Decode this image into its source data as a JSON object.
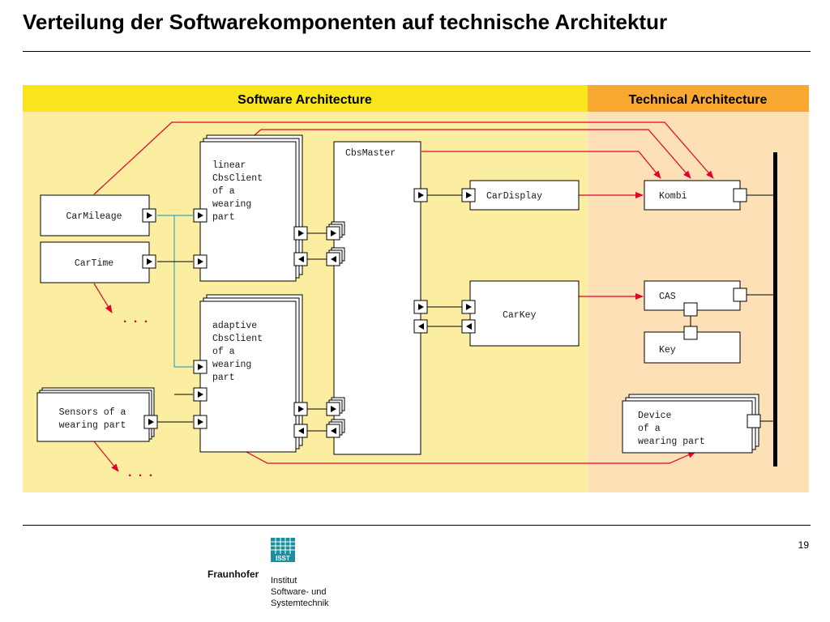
{
  "title": "Verteilung der Softwarekomponenten auf technische Architektur",
  "page_number": "19",
  "headers": {
    "software": "Software Architecture",
    "technical": "Technical Architecture"
  },
  "components": {
    "car_mileage": "CarMileage",
    "car_time": "CarTime",
    "sensors": [
      "Sensors of a",
      "wearing part"
    ],
    "linear_client": [
      "linear",
      "CbsClient",
      "of a",
      "wearing",
      "part"
    ],
    "adaptive_client": [
      "adaptive",
      "CbsClient",
      "of a",
      "wearing",
      "part"
    ],
    "cbs_master": "CbsMaster",
    "car_display": "CarDisplay",
    "car_key": "CarKey",
    "kombi": "Kombi",
    "cas": "CAS",
    "key": "Key",
    "device": [
      "Device",
      "of a",
      "wearing part"
    ],
    "ellipsis": ". . ."
  },
  "colors": {
    "software_header": "#f9e51c",
    "software_bg": "#fbeea0",
    "technical_header": "#f9a832",
    "technical_bg": "#fde0b6",
    "arrow_red": "#e4002b",
    "connector_teal": "#3aa8b8"
  },
  "footer": {
    "brand": "Fraunhofer",
    "logo_badge": "ISST",
    "institute_line1": "Institut",
    "institute_line2": "Software- und",
    "institute_line3": "Systemtechnik"
  }
}
